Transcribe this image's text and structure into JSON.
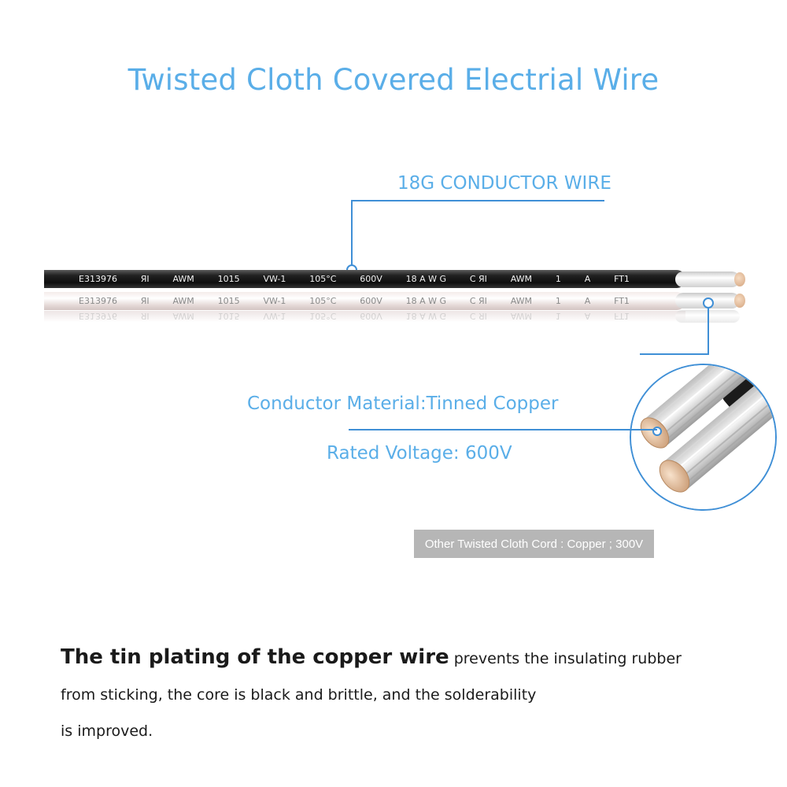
{
  "title": "Twisted Cloth Covered Electrial Wire",
  "callouts": {
    "conductor_wire": "18G CONDUCTOR WIRE",
    "conductor_material": "Conductor Material:Tinned Copper",
    "rated_voltage": "Rated Voltage: 600V"
  },
  "wire_print": [
    "E313976",
    "ЯI",
    "AWM",
    "1015",
    "VW-1",
    "105°C",
    "600V",
    "18 A W G",
    "C ЯI",
    "AWM",
    "1",
    "A",
    "FT1"
  ],
  "note_box": "Other Twisted Cloth Cord : Copper ; 300V",
  "description": {
    "bold": "The tin plating of the copper wire",
    "line1_rest": " prevents the insulating rubber",
    "line2": "from sticking, the core is black and brittle, and the solderability",
    "line3": "is improved."
  },
  "colors": {
    "accent": "#5aaee8",
    "line": "#3f8fd6",
    "note_bg": "#b6b6b6"
  }
}
